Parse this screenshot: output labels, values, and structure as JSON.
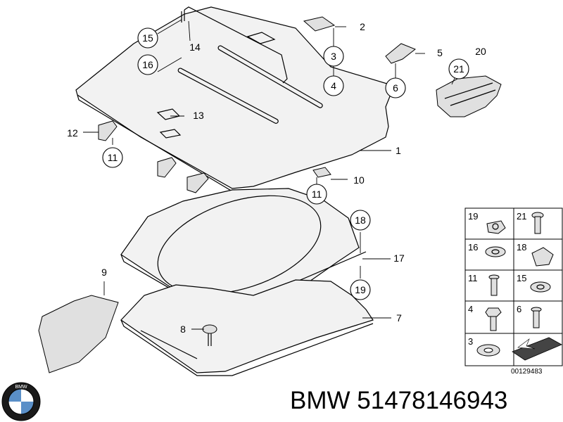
{
  "diagram": {
    "callouts": {
      "c1": "1",
      "c2": "2",
      "c3": "3",
      "c4": "4",
      "c5": "5",
      "c6": "6",
      "c7": "7",
      "c8": "8",
      "c9": "9",
      "c10": "10",
      "c11a": "11",
      "c11b": "11",
      "c12": "12",
      "c13": "13",
      "c14": "14",
      "c15": "15",
      "c16": "16",
      "c17": "17",
      "c18": "18",
      "c19": "19",
      "c20": "20",
      "c21": "21"
    },
    "legend_panel": {
      "cells": [
        {
          "num": "19"
        },
        {
          "num": "21"
        },
        {
          "num": "16"
        },
        {
          "num": "18"
        },
        {
          "num": "11"
        },
        {
          "num": "15"
        },
        {
          "num": "4"
        },
        {
          "num": "6"
        },
        {
          "num": "3"
        }
      ],
      "doc_code": "00129483"
    },
    "brand_logo": {
      "text": "BMW"
    }
  },
  "part_label": "BMW 51478146943"
}
